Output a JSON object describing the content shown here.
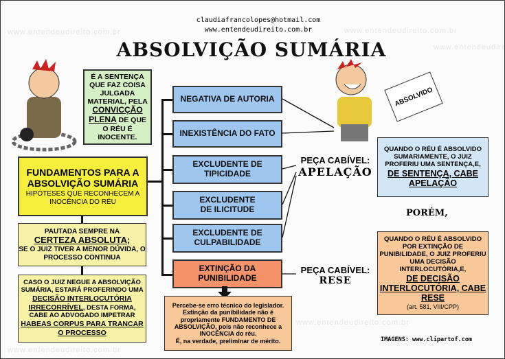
{
  "header": {
    "email": "claudiafrancolopes@hotmail.com",
    "site": "www.entendeudireito.com.br",
    "title": "ABSOLVIÇÃO SUMÁRIA",
    "watermark": "www.entendeudireito.com.br"
  },
  "speech": {
    "line1": "É A SENTENÇA QUE FAZ COISA JULGADA MATERIAL, PELA",
    "emph": "CONVICÇÃO PLENA",
    "line2": "DE QUE O RÉU É INOCENTE."
  },
  "main": {
    "title": "FUNDAMENTOS PARA A ABSOLVIÇÃO SUMÁRIA",
    "subtitle": "HIPÓTESES QUE RECONHECEM A INOCÊNCIA DO RÉU"
  },
  "certeza": {
    "l1": "PAUTADA SEMPRE NA",
    "emph": "CERTEZA ABSOLUTA;",
    "l2": "SE O JUIZ TIVER A MENOR DÚVIDA, O PROCESSO CONTINUA"
  },
  "negativa": {
    "l1": "CASO O JUIZ NEGUE A ABSOLVIÇÃO SUMÁRIA, ESTARÁ PROFERINDO UMA",
    "emph1": "DECISÃO INTERLOCUTÓRIA IRRECORRÍVEL",
    "l2": ", DESTA FORMA, CABE AO ADVOGADO IMPETRAR",
    "emph2": "HABEAS CORPUS PARA TRANCAR O PROCESSO"
  },
  "hypotheses": [
    "NEGATIVA DE AUTORIA",
    "INEXISTÊNCIA DO FATO",
    "EXCLUDENTE DE TIPICIDADE",
    "EXCLUDENTE DE ILICITUDE",
    "EXCLUDENTE DE CULPABILIDADE"
  ],
  "extincao": {
    "label": "EXTINÇÃO DA PUNIBILIDADE",
    "note1": "Percebe-se erro técnico do legislador. Extinção da punibilidade não é propriamente FUNDAMENTO DE ABSOLVIÇÃO, pois não reconhece a INOCÊNCIA do réu.",
    "note2": "É, na verdade, preliminar de mérito."
  },
  "peca1": {
    "label": "PEÇA CABÍVEL:",
    "value": "APELAÇÃO"
  },
  "peca2": {
    "label": "PEÇA CABÍVEL:",
    "value": "RESE"
  },
  "sign": "ABSOLVIDO",
  "sentenca": {
    "l1": "QUANDO O RÉU É ABSOLVIDO SUMARIAMENTE, O JUIZ PROFERIU UMA SENTENÇA,E,",
    "emph": "DE SENTENÇA, CABE APELAÇÃO"
  },
  "porem": "PORÉM,",
  "interloc": {
    "l1": "QUANDO O RÉU É ABSOLVIDO POR EXTINÇÃO DE PUNIBILIDADE, O JUIZ PROFERIU UMA DECISÃO INTERLOCUTÓRIA,E,",
    "emph": "DE DECISÃO INTERLOCUTÓRIA, CABE RESE",
    "ref": "(art. 581, VIII/CPP)"
  },
  "credits": "IMAGENS: www.clipartof.com"
}
